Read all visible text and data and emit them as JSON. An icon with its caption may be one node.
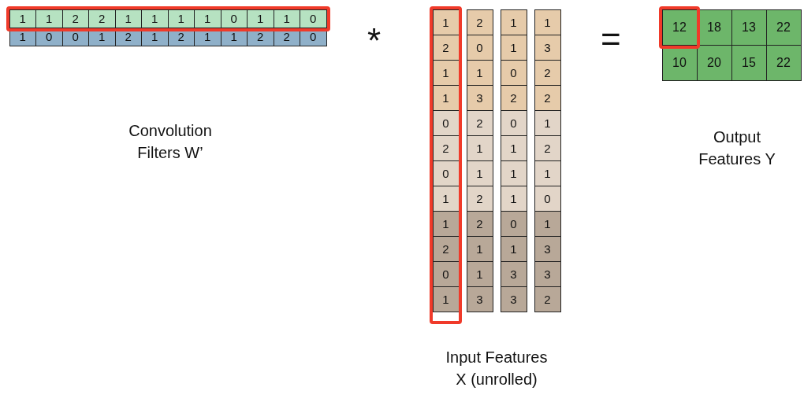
{
  "diagram": {
    "labels": [
      "1",
      "1",
      "2",
      "2",
      "1",
      "1",
      "1",
      "1",
      "0",
      "1",
      "1",
      "0",
      "1",
      "0",
      "0",
      "1",
      "2",
      "1",
      "2",
      "1",
      "1",
      "2",
      "2",
      "0",
      "*",
      "1",
      "2",
      "1",
      "1",
      "2",
      "0",
      "1",
      "3",
      "1",
      "1",
      "0",
      "2",
      "1",
      "3",
      "2",
      "2",
      "0",
      "2",
      "0",
      "1",
      "2",
      "1",
      "1",
      "2",
      "0",
      "1",
      "1",
      "1",
      "1",
      "2",
      "1",
      "0",
      "1",
      "2",
      "0",
      "1",
      "2",
      "1",
      "1",
      "3",
      "0",
      "1",
      "3",
      "3",
      "1",
      "3",
      "3",
      "2",
      "=",
      "12",
      "18",
      "13",
      "22",
      "10",
      "20",
      "15",
      "22",
      "Convolution Filters W’",
      "Output Features Y",
      "Input Features X (unrolled)"
    ]
  }
}
